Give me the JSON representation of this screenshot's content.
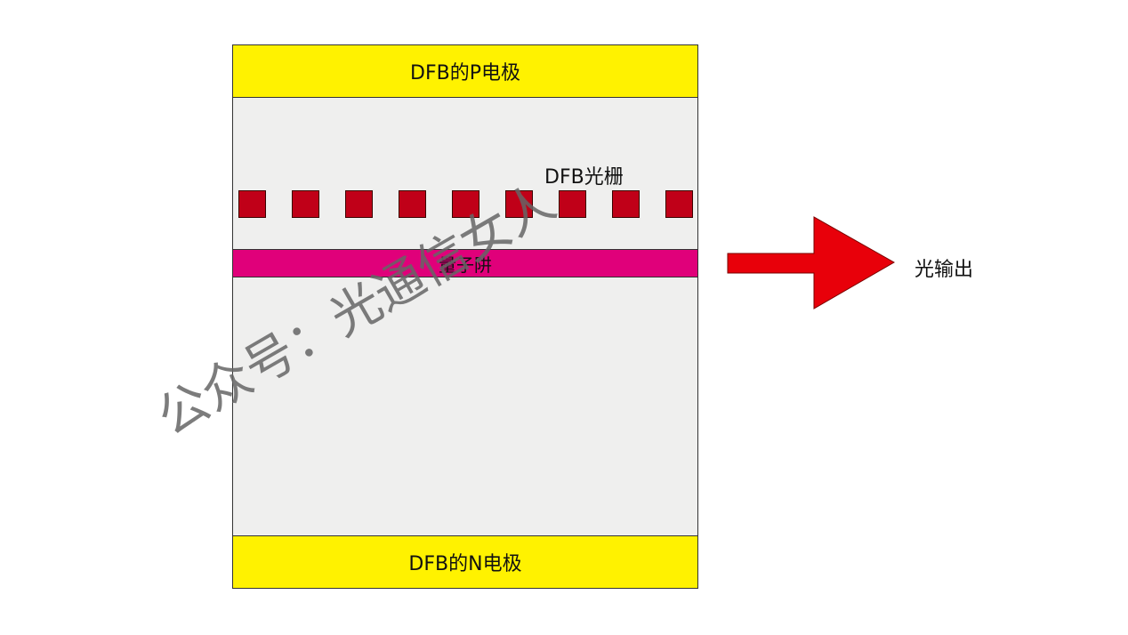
{
  "colors": {
    "electrode": "#fff200",
    "grating": "#c00018",
    "quantum_well": "#e0007a",
    "arrow": "#e8000a",
    "background": "#efefee"
  },
  "diagram": {
    "p_electrode_label": "DFB的P电极",
    "n_electrode_label": "DFB的N电极",
    "grating_label": "DFB光栅",
    "quantum_well_label": "量子阱",
    "output_label": "光输出",
    "grating_teeth_count": 9
  },
  "watermark": {
    "text": "公众号：光通信女人"
  }
}
